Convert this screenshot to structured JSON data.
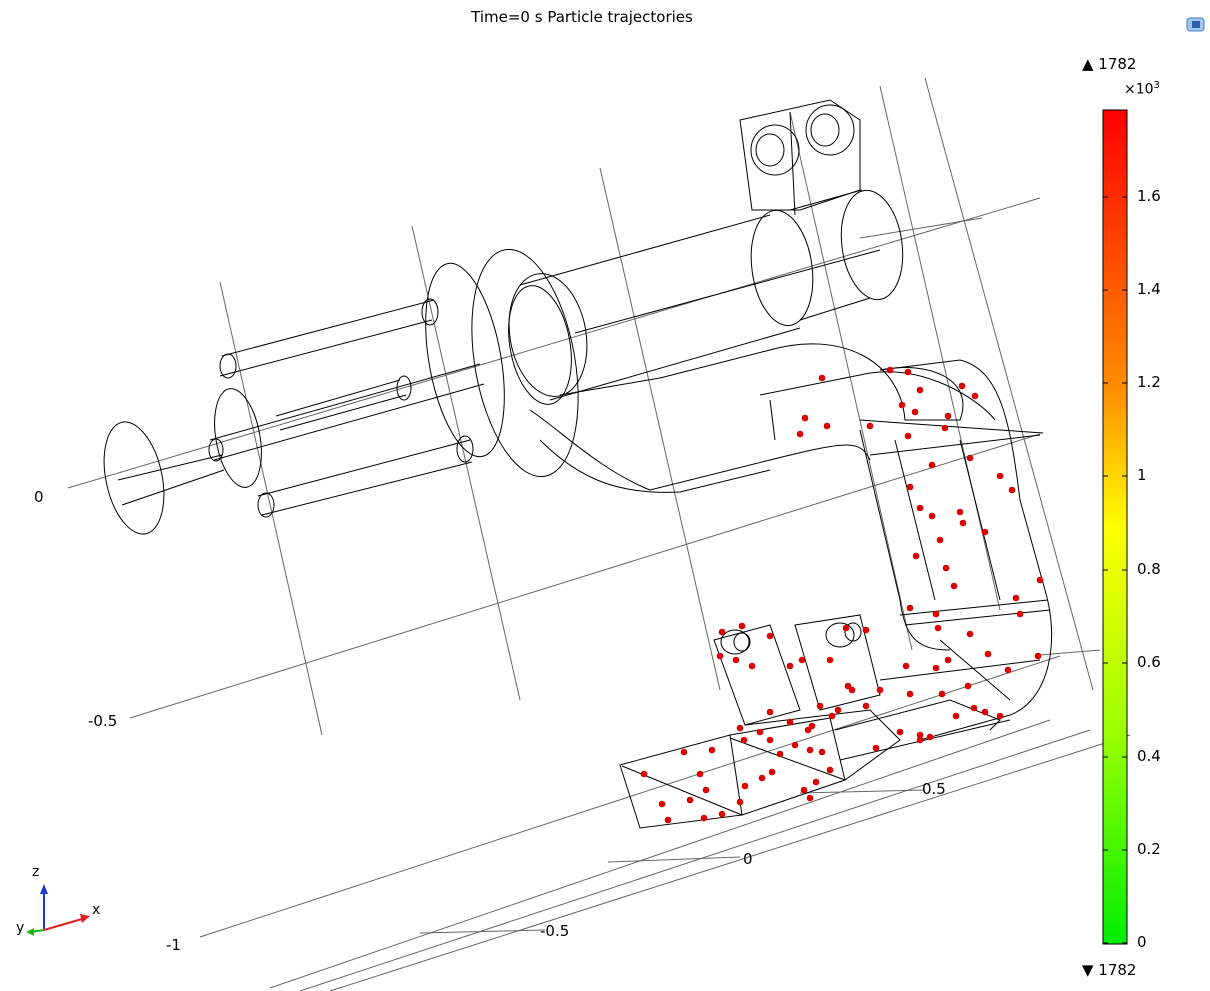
{
  "plot": {
    "title": "Time=0 s  Particle trajectories",
    "axis_labels": {
      "z_left_0": "0",
      "z_left_m05": "-0.5",
      "z_left_m1": "-1",
      "x_05": "0.5",
      "x_0": "0",
      "x_m05": "-0.5"
    },
    "triad": {
      "z": "z",
      "x": "x",
      "y": "y"
    }
  },
  "colorbar": {
    "max_label": "▲ 1782",
    "min_label": "▼ 1782",
    "scale_label": "×10",
    "scale_exp": "3",
    "ticks": [
      "1.6",
      "1.4",
      "1.2",
      "1",
      "0.8",
      "0.6",
      "0.4",
      "0.2",
      "0"
    ],
    "colors": [
      "#ff0000",
      "#ff8c00",
      "#ffff00",
      "#80ff00",
      "#00ee00"
    ]
  },
  "icons": {
    "toolbar": "graphics-window-icon"
  },
  "chart_data": {
    "type": "scatter",
    "title": "Time=0 s  Particle trajectories",
    "color_legend_range": [
      1782,
      1782
    ],
    "color_legend_scale": "×10^3",
    "point_color": "#dd0000"
  }
}
